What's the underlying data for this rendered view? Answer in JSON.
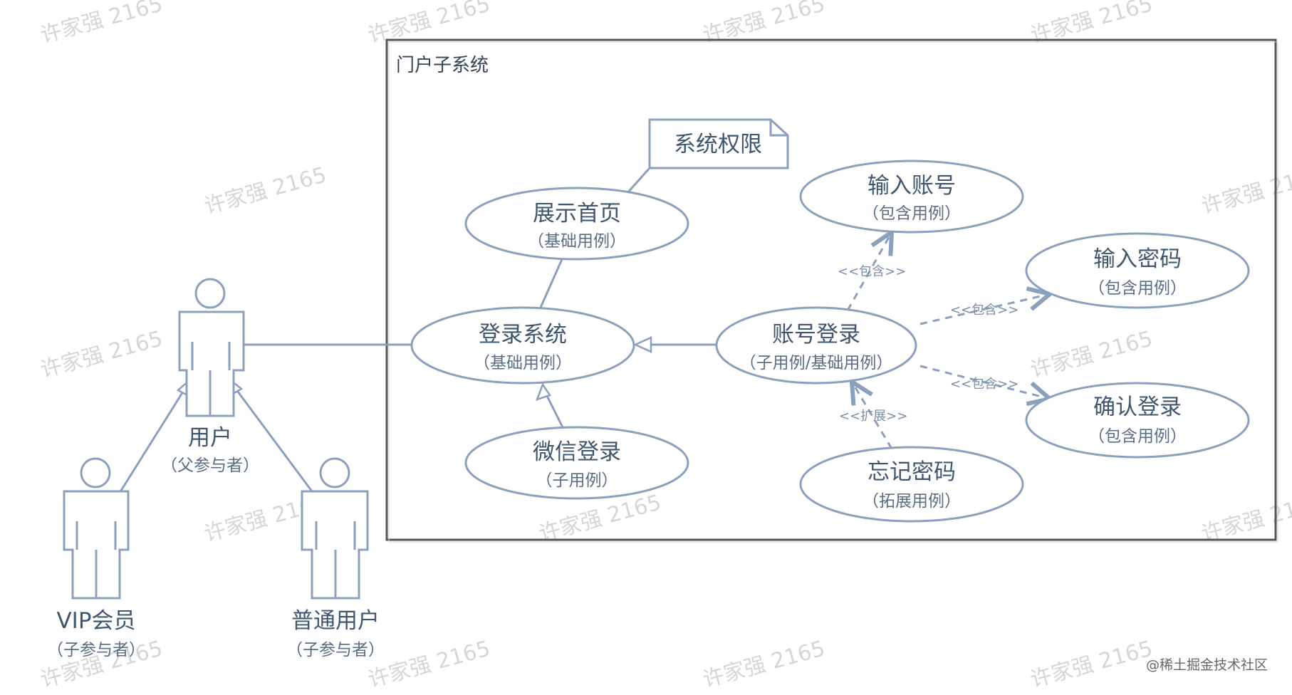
{
  "frame_title": "门户子系统",
  "note": "系统权限",
  "use_cases": {
    "show_home": {
      "name": "展示首页",
      "type": "（基础用例）"
    },
    "login": {
      "name": "登录系统",
      "type": "（基础用例）"
    },
    "wechat_login": {
      "name": "微信登录",
      "type": "（子用例）"
    },
    "account_login": {
      "name": "账号登录",
      "type": "（子用例/基础用例）"
    },
    "input_account": {
      "name": "输入账号",
      "type": "（包含用例）"
    },
    "input_password": {
      "name": "输入密码",
      "type": "（包含用例）"
    },
    "confirm_login": {
      "name": "确认登录",
      "type": "（包含用例）"
    },
    "forgot_password": {
      "name": "忘记密码",
      "type": "（拓展用例）"
    }
  },
  "actors": {
    "user": {
      "name": "用户",
      "role": "（父参与者）"
    },
    "vip": {
      "name": "VIP会员",
      "role": "（子参与者）"
    },
    "normal": {
      "name": "普通用户",
      "role": "（子参与者）"
    }
  },
  "stereotypes": {
    "include_1": "<<包含>>",
    "include_2": "<<包含>>",
    "include_3": "<<包含>>",
    "extend": "<<扩展>>"
  },
  "watermark": "许家强 2165",
  "footer": "@稀土掘金技术社区",
  "colors": {
    "line": "#8aa0bd",
    "text": "#3f5670"
  }
}
